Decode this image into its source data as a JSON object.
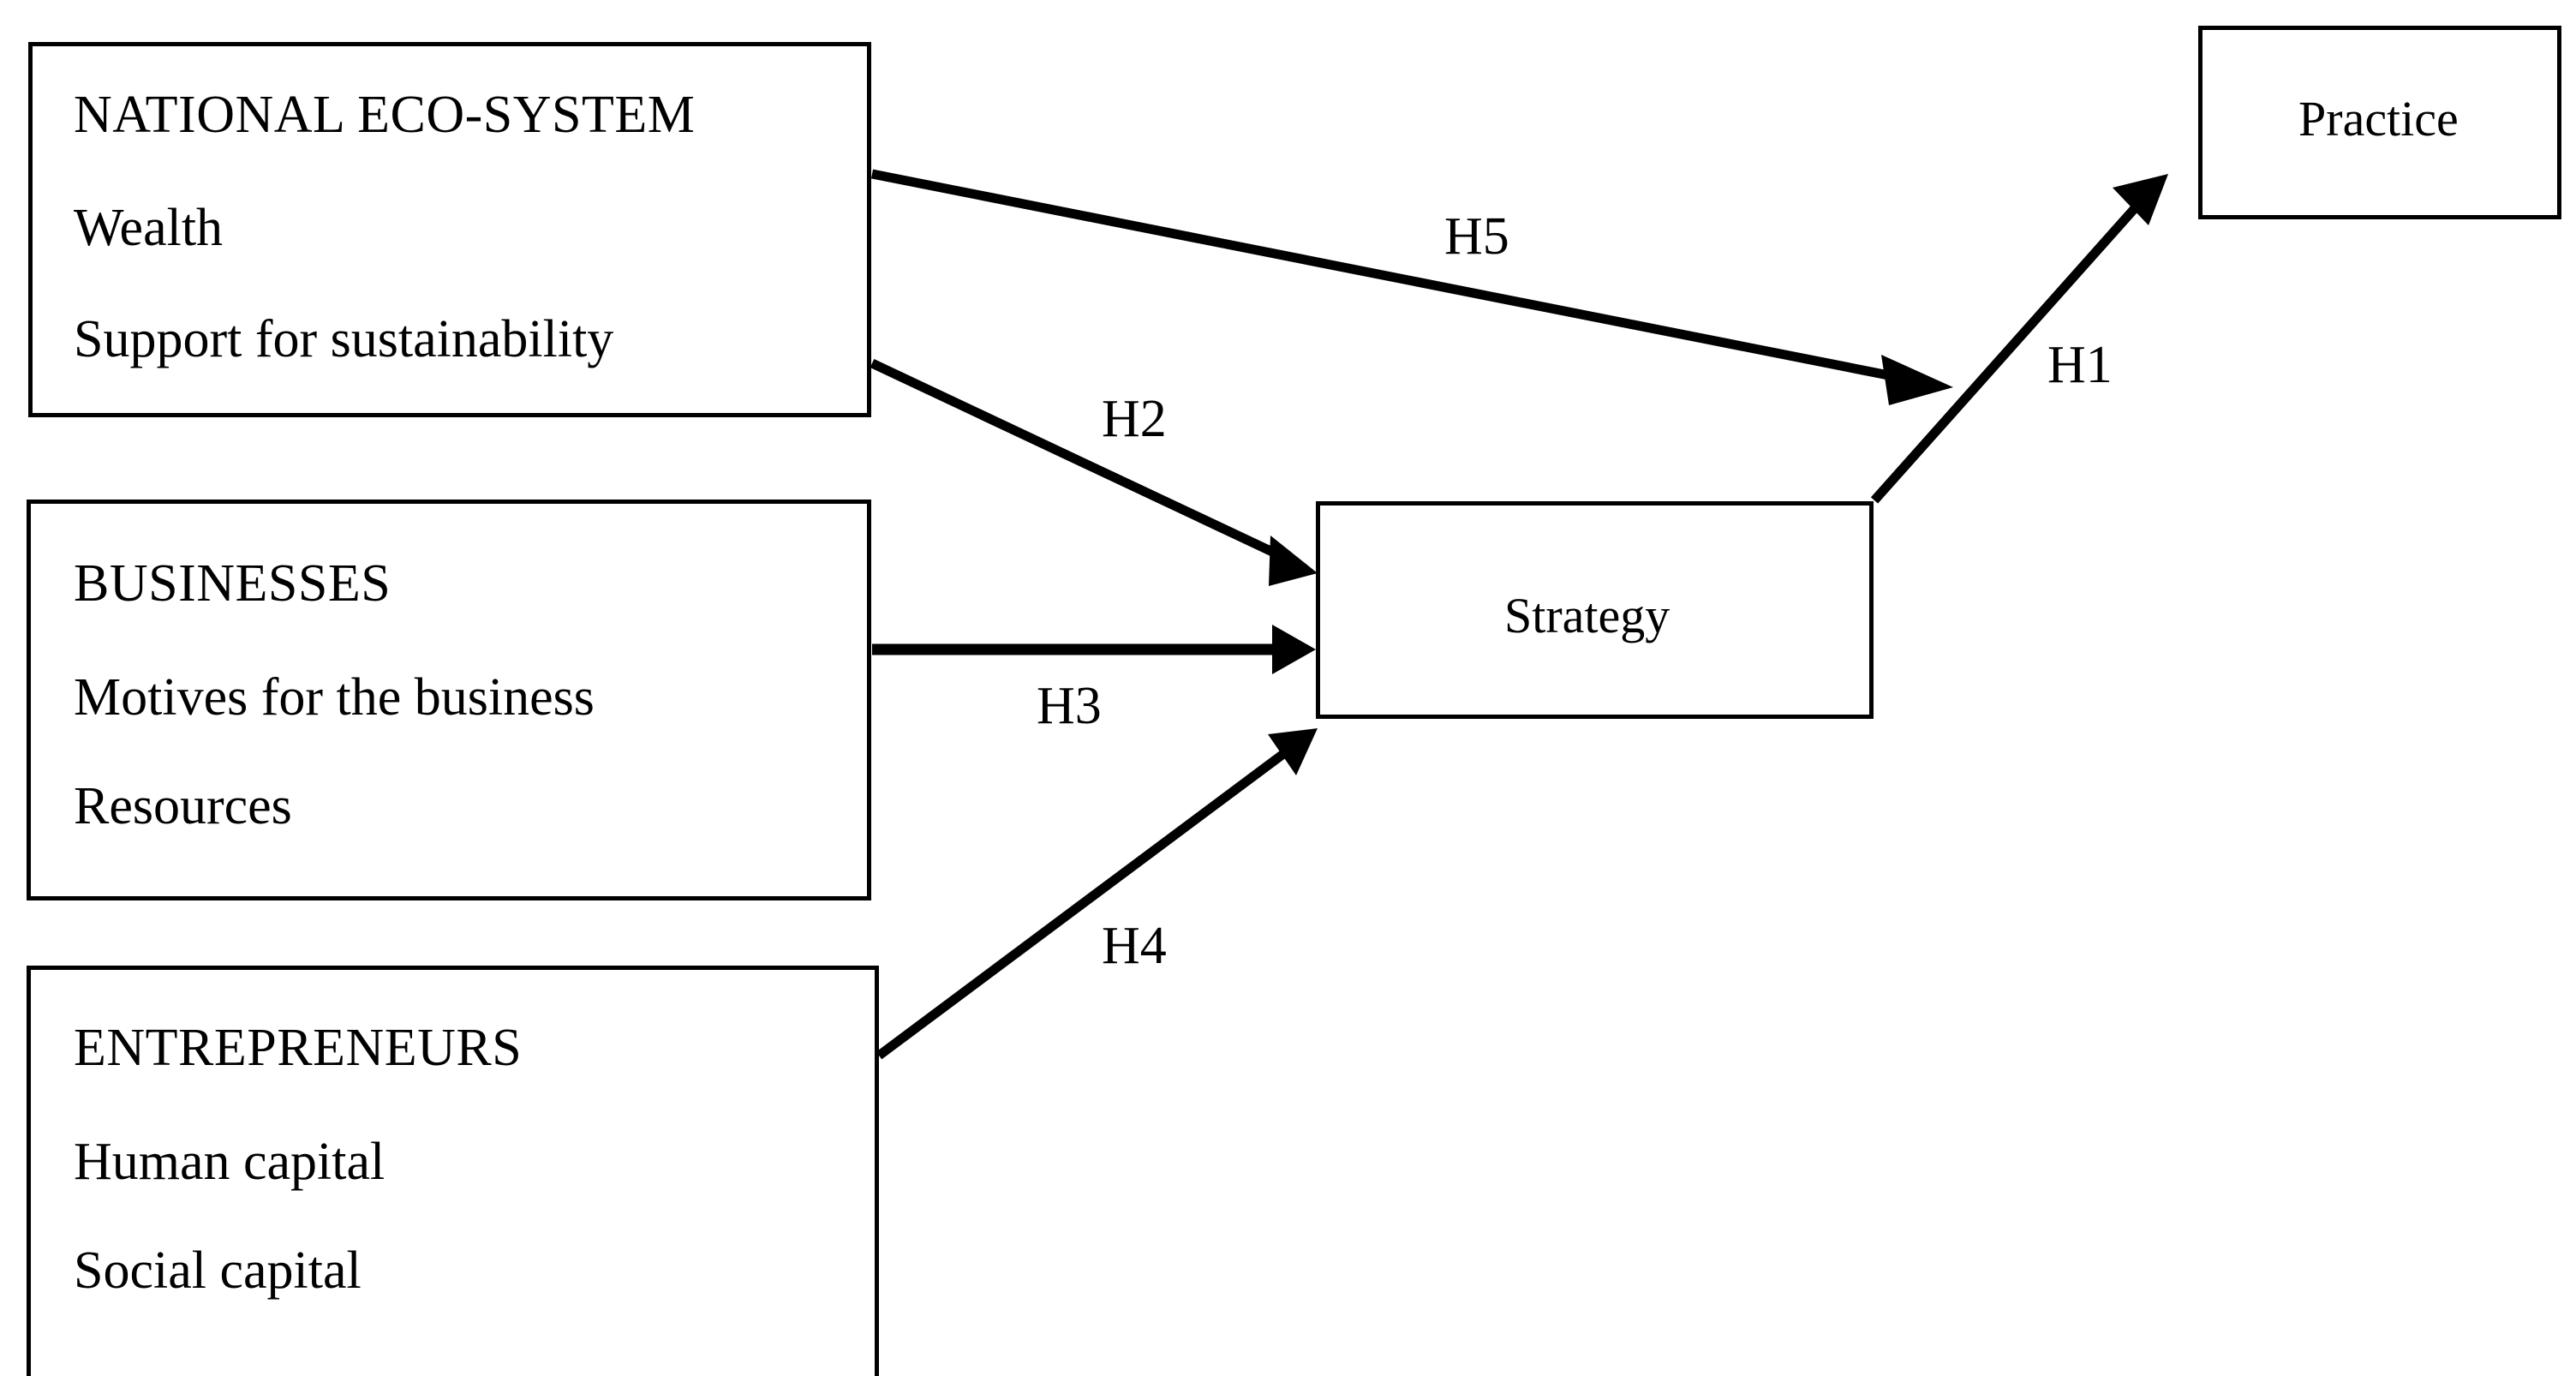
{
  "diagram": {
    "type": "conceptual-framework",
    "background_color": "#ffffff",
    "stroke_color": "#000000",
    "nodes": [
      {
        "id": "national-eco-system",
        "heading": "NATIONAL ECO-SYSTEM",
        "items": [
          "Wealth",
          "Support for sustainability"
        ]
      },
      {
        "id": "businesses",
        "heading": "BUSINESSES",
        "items": [
          "Motives for the business",
          "Resources"
        ]
      },
      {
        "id": "entrepreneurs",
        "heading": "ENTREPRENEURS",
        "items": [
          "Human capital",
          "Social capital"
        ]
      },
      {
        "id": "strategy",
        "label": "Strategy"
      },
      {
        "id": "practice",
        "label": "Practice"
      }
    ],
    "edges": [
      {
        "id": "h5",
        "label": "H5",
        "from": "national-eco-system",
        "to": "strategy-upper-right"
      },
      {
        "id": "h2",
        "label": "H2",
        "from": "national-eco-system",
        "to": "strategy"
      },
      {
        "id": "h3",
        "label": "H3",
        "from": "businesses",
        "to": "strategy"
      },
      {
        "id": "h4",
        "label": "H4",
        "from": "entrepreneurs",
        "to": "strategy"
      },
      {
        "id": "h1",
        "label": "H1",
        "from": "strategy",
        "to": "practice"
      }
    ]
  }
}
